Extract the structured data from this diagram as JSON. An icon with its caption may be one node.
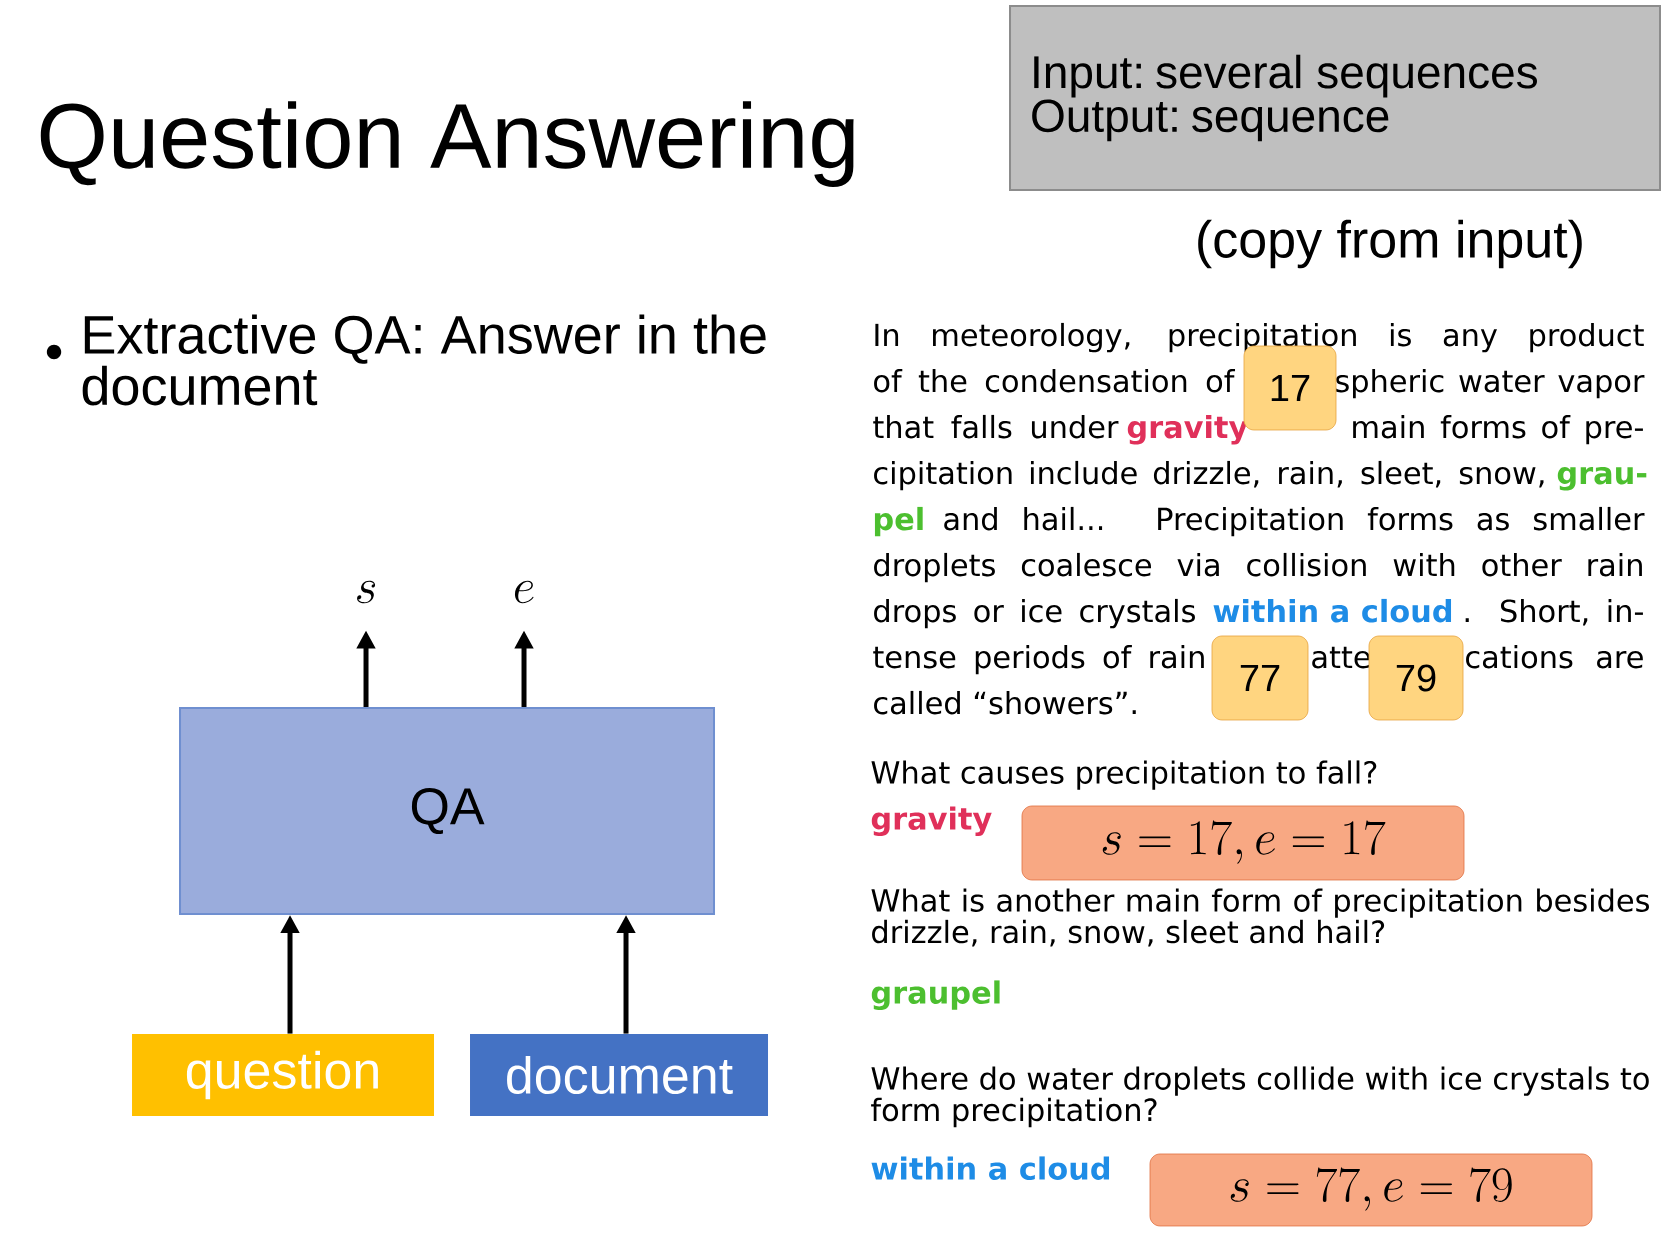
{
  "diagram": {
    "title": "Question Answering",
    "nodes": [
      {
        "text": [
          "Input: several sequences",
          "Output: sequence"
        ]
      },
      {
        "text": [
          "QA"
        ]
      },
      {
        "text": [
          "question"
        ]
      },
      {
        "text": [
          "document"
        ]
      },
      {
        "text": [
          "s"
        ]
      },
      {
        "text": [
          "e"
        ]
      },
      {
        "text": [
          "17"
        ]
      },
      {
        "text": [
          "77"
        ]
      },
      {
        "text": [
          "79"
        ]
      },
      {
        "text": [
          "s = 17, e = 17"
        ]
      },
      {
        "text": [
          "s = 77, e = 79"
        ]
      }
    ],
    "edges": [
      {
        "from": 2,
        "to": 1,
        "arrow": "to"
      },
      {
        "from": 3,
        "to": 1,
        "arrow": "to"
      },
      {
        "from": 1,
        "to": 4,
        "arrow": "to"
      },
      {
        "from": 1,
        "to": 5,
        "arrow": "to"
      }
    ],
    "labels": [
      "(copy from input)",
      "Extractive QA: Answer in the document",
      "In meteorology, precipitation is any product",
      "of the condensation of",
      "spheric water vapor",
      "that falls under",
      "gravity",
      "main forms of pre-",
      "cipitation include drizzle, rain, sleet, snow,",
      "grau-",
      "pel",
      "and hail... Precipitation forms as smaller",
      "droplets coalesce via collision with other rain",
      "drops or ice crystals",
      "within a cloud",
      ". Short, in-",
      "tense periods of rain",
      "atte",
      "cations are",
      "called “showers”.",
      "What causes precipitation to fall?",
      "gravity",
      "What is another main form of precipitation besides drizzle, rain, snow, sleet and hail?",
      "graupel",
      "Where do water droplets collide with ice crystals to form precipitation?",
      "within a cloud"
    ]
  }
}
